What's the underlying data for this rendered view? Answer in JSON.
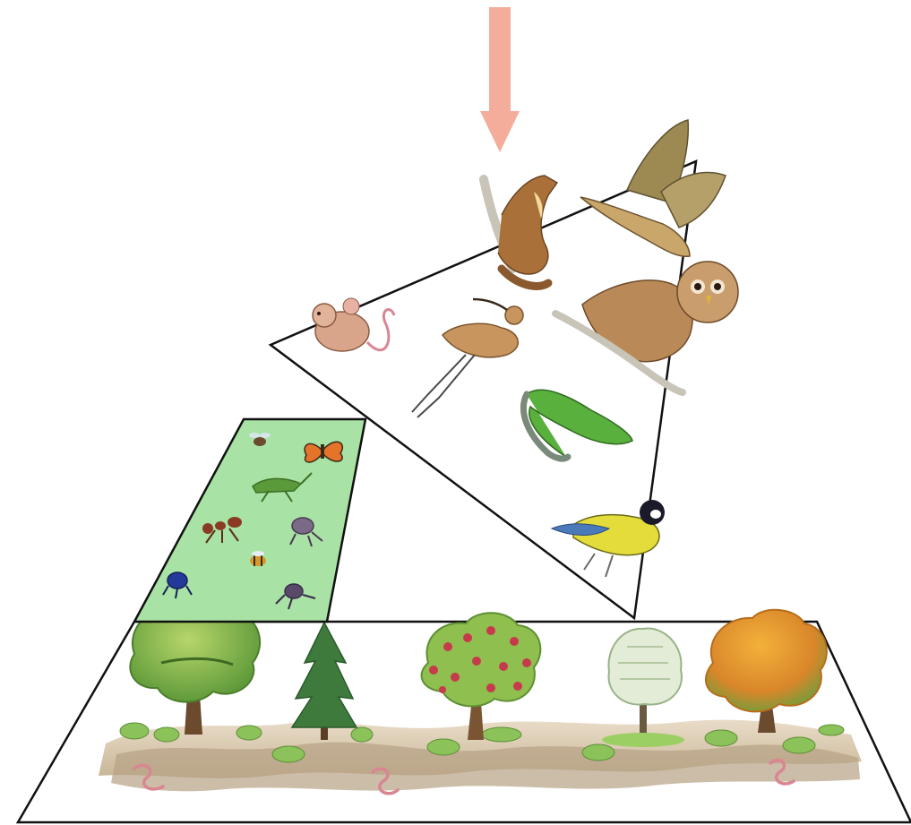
{
  "diagram": {
    "colors": {
      "background": "#ffffff",
      "arrow": "#f4ad9a",
      "outline": "#111111",
      "invertebrate_panel": "#a8e2a4",
      "ground_soil": "#cbb89e",
      "ground_light": "#ece0cf",
      "worm": "#d98693"
    },
    "tiers": [
      {
        "id": "carnivores",
        "organisms": [
          "pine-marten",
          "eagle",
          "owl",
          "mouse",
          "curlew",
          "lizard",
          "great-tit"
        ]
      },
      {
        "id": "invertebrates",
        "organisms": [
          "fly",
          "butterfly",
          "grasshopper",
          "ant",
          "weevil",
          "bee",
          "blue-beetle",
          "spider-beetle"
        ]
      },
      {
        "id": "producers",
        "organisms": [
          "broadleaf-tree",
          "conifer-tree",
          "apple-tree",
          "willow-tree",
          "autumn-tree",
          "shrubs",
          "earthworms"
        ]
      }
    ]
  }
}
